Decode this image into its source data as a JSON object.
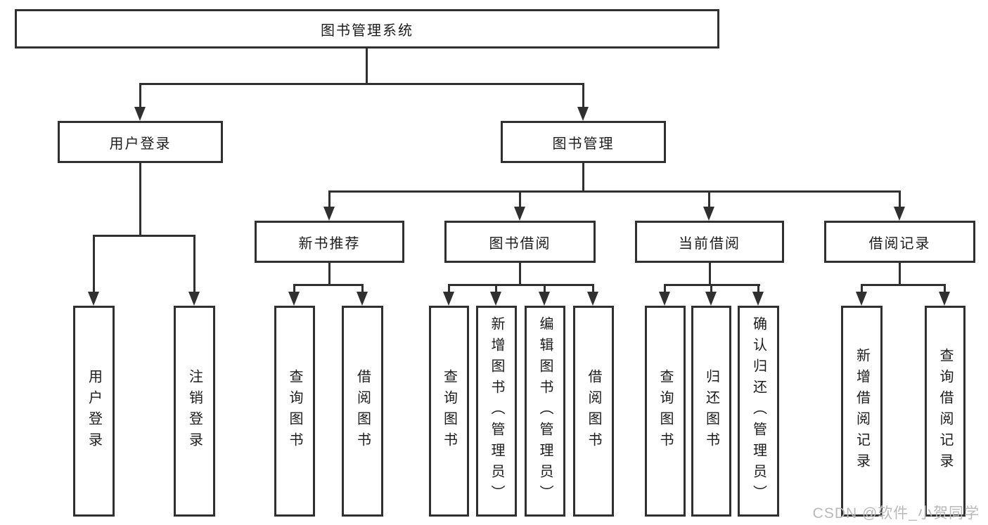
{
  "tree": {
    "label": "图书管理系统",
    "children": [
      {
        "label": "用户登录",
        "children": [
          {
            "label": "用户登录"
          },
          {
            "label": "注销登录"
          }
        ]
      },
      {
        "label": "图书管理",
        "children": [
          {
            "label": "新书推荐",
            "children": [
              {
                "label": "查询图书"
              },
              {
                "label": "借阅图书"
              }
            ]
          },
          {
            "label": "图书借阅",
            "children": [
              {
                "label": "查询图书"
              },
              {
                "label": "新增图书（管理员）"
              },
              {
                "label": "编辑图书（管理员）"
              },
              {
                "label": "借阅图书"
              }
            ]
          },
          {
            "label": "当前借阅",
            "children": [
              {
                "label": "查询图书"
              },
              {
                "label": "归还图书"
              },
              {
                "label": "确认归还（管理员）"
              }
            ]
          },
          {
            "label": "借阅记录",
            "children": [
              {
                "label": "新增借阅记录"
              },
              {
                "label": "查询借阅记录"
              }
            ]
          }
        ]
      }
    ]
  },
  "watermark": "CSDN @软件_小贺同学",
  "icons": {
    "arrowhead": "arrowhead-down"
  },
  "colors": {
    "line": "#303030",
    "text": "#1c1c1c",
    "background": "#ffffff",
    "watermark": "#b9b9b9"
  }
}
